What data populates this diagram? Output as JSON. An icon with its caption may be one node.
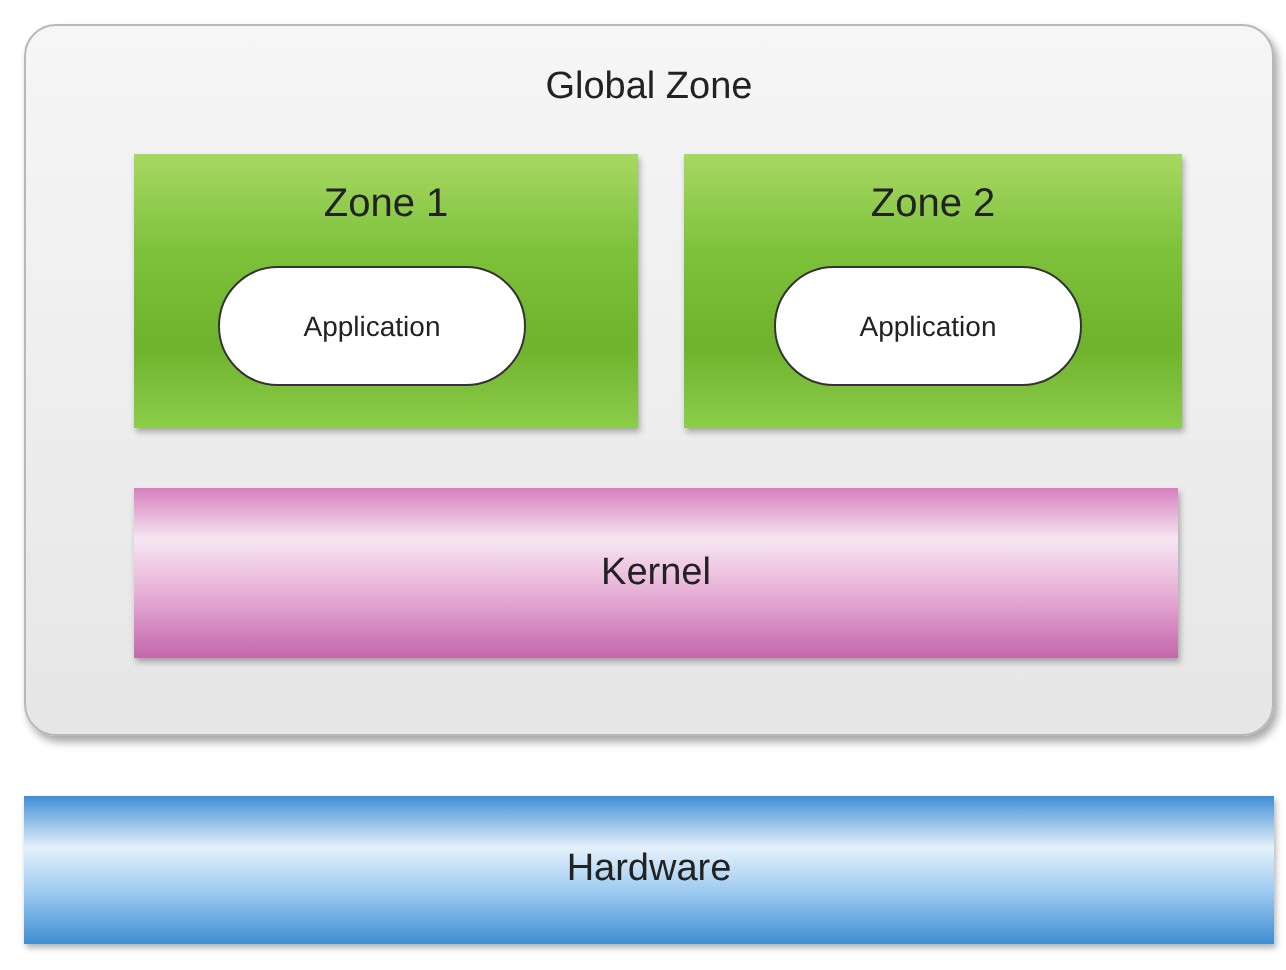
{
  "diagram": {
    "nodes": [
      {
        "text": [
          "Global Zone"
        ]
      },
      {
        "text": [
          "Zone 1"
        ],
        "in": 0
      },
      {
        "text": [
          "Application"
        ],
        "in": 1
      },
      {
        "text": [
          "Zone 2"
        ],
        "in": 0
      },
      {
        "text": [
          "Application"
        ],
        "in": 3
      },
      {
        "text": [
          "Kernel"
        ],
        "in": 0
      },
      {
        "text": [
          "Hardware"
        ]
      }
    ]
  }
}
